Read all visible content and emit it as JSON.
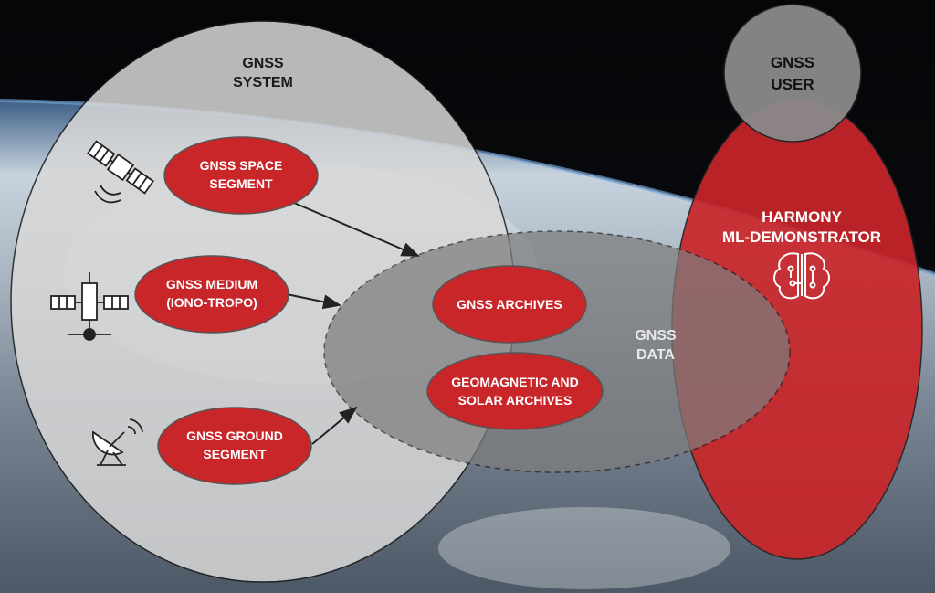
{
  "system": {
    "title_line1": "GNSS",
    "title_line2": "SYSTEM",
    "space_segment": {
      "line1": "GNSS SPACE",
      "line2": "SEGMENT",
      "icon": "satellite-dish-icon"
    },
    "medium": {
      "line1": "GNSS MEDIUM",
      "line2": "(IONO-TROPO)",
      "icon": "satellite-icon"
    },
    "ground_segment": {
      "line1": "GNSS GROUND",
      "line2": "SEGMENT",
      "icon": "ground-antenna-icon"
    }
  },
  "data": {
    "label_line1": "GNSS",
    "label_line2": "DATA",
    "archives": "GNSS ARCHIVES",
    "geomagnetic_line1": "GEOMAGNETIC AND",
    "geomagnetic_line2": "SOLAR ARCHIVES"
  },
  "user": {
    "line1": "GNSS",
    "line2": "USER"
  },
  "harmony": {
    "line1": "HARMONY",
    "line2": "ML-DEMONSTRATOR",
    "icon": "brain-circuit-icon"
  },
  "colors": {
    "red_fill": "#c9262a",
    "grey_light": "#d8d8d8",
    "grey_mid": "#8a8a8a",
    "space_black": "#050608"
  }
}
